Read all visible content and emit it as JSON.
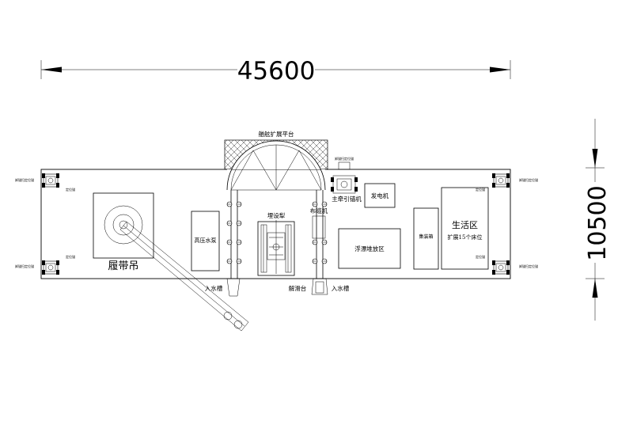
{
  "dimensions": {
    "width": "45600",
    "height": "10500"
  },
  "labels": {
    "platform": "艏舷扩展平台",
    "crawler_crane": "履带吊",
    "hp_pump": "高压水泵",
    "plough": "埋设犁",
    "cable_laying": "布缆机",
    "winch": "主牵引锚机",
    "generator": "发电机",
    "float_area": "浮漂堆放区",
    "container": "集装箱",
    "living_area": "生活区",
    "living_sub": "扩展15个床位",
    "water_tank_left": "入水槽",
    "water_tank_right": "入水槽",
    "release_table": "解滑台",
    "anchor_tl": "卸锚扫定位锚",
    "anchor_tl2": "定位锚",
    "anchor_bl": "定位锚",
    "anchor_bl2": "卸锚扫定位锚",
    "anchor_tr": "定位锚",
    "anchor_tr2": "卸锚扫定位锚",
    "anchor_br": "定位锚",
    "anchor_br2": "卸锚扫定位锚",
    "anchor_top": "卸锚扫定位锚"
  }
}
